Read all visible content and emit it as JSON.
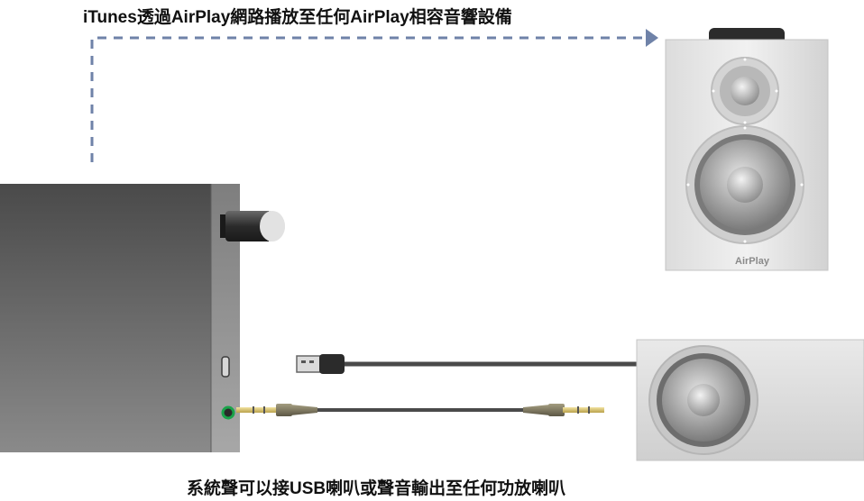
{
  "captions": {
    "top": "iTunes透過AirPlay網路播放至任何AirPlay相容音響設備",
    "bottom": "系統聲可以接USB喇叭或聲音輸出至任何功放喇叭"
  },
  "airplay_speaker": {
    "brand_label": "AirPlay"
  },
  "colors": {
    "dashed_arrow": "#6f82a8",
    "device_dark": "#555555",
    "device_side": "#8c8c8c",
    "speaker_body": "#e6e6e6",
    "cable": "#4a4a4a",
    "jack_gold": "#d9c46a",
    "port_ring": "#1aa34a"
  },
  "icons": [
    "mac-mini-icon",
    "usb-plug-icon",
    "audio-jack-icon",
    "speaker-icon"
  ]
}
